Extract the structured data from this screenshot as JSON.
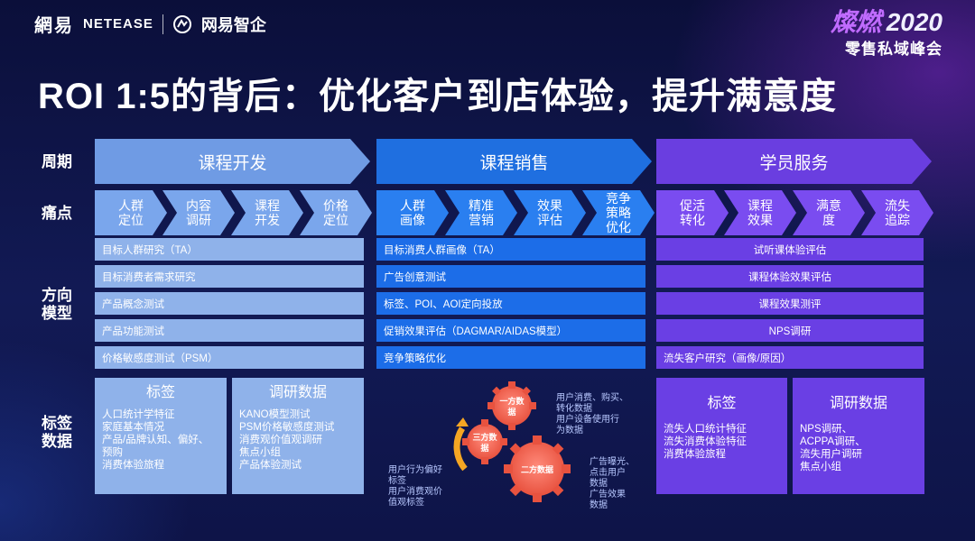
{
  "header": {
    "logo_cn": "網易",
    "logo_en": "NETEASE",
    "logo_sub": "网易智企",
    "brand_art": "燦燃",
    "brand_year": "2020",
    "brand_sub": "零售私域峰会"
  },
  "title": "ROI 1:5的背后：优化客户到店体验，提升满意度",
  "row_labels": {
    "period": "周期",
    "pain": "痛点",
    "direction_1": "方向",
    "direction_2": "模型",
    "tags_1": "标签",
    "tags_2": "数据"
  },
  "phases": [
    "课程开发",
    "课程销售",
    "学员服务"
  ],
  "pains": [
    [
      "人群",
      "定位"
    ],
    [
      "内容",
      "调研"
    ],
    [
      "课程",
      "开发"
    ],
    [
      "价格",
      "定位"
    ],
    [
      "人群",
      "画像"
    ],
    [
      "精准",
      "营销"
    ],
    [
      "效果",
      "评估"
    ],
    [
      "竞争",
      "策略",
      "优化"
    ],
    [
      "促活",
      "转化"
    ],
    [
      "课程",
      "效果"
    ],
    [
      "满意",
      "度"
    ],
    [
      "流失",
      "追踪"
    ]
  ],
  "methods": {
    "col1": [
      "目标人群研究（TA）",
      "目标消费者需求研究",
      "产品概念测试",
      "产品功能测试",
      "价格敏感度测试（PSM）"
    ],
    "col2": [
      "目标消费人群画像（TA）",
      "广告创意测试",
      "标签、POI、AOI定向投放",
      "促销效果评估（DAGMAR/AIDAS模型）",
      "竞争策略优化"
    ],
    "col3": [
      "试听课体验评估",
      "课程体验效果评估",
      "课程效果测评",
      "NPS调研",
      "流失客户研究（画像/原因）"
    ]
  },
  "tags": {
    "c1_tag_title": "标签",
    "c1_tag_items": [
      "人口统计学特征",
      "家庭基本情况",
      "产品/品牌认知、偏好、",
      "预购",
      "消费体验旅程"
    ],
    "c1_data_title": "调研数据",
    "c1_data_items": [
      "KANO模型测试",
      "PSM价格敏感度测试",
      "消费观价值观调研",
      "焦点小组",
      "产品体验测试"
    ],
    "c3_tag_title": "标签",
    "c3_tag_items": [
      "流失人口统计特征",
      "流失消费体验特征",
      "消费体验旅程"
    ],
    "c3_data_title": "调研数据",
    "c3_data_items": [
      "NPS调研、",
      "ACPPA调研、",
      "流失用户调研",
      "焦点小组"
    ]
  },
  "gears": {
    "first": [
      "一方数",
      "据"
    ],
    "second": "二方数据",
    "third": [
      "三方数",
      "据"
    ],
    "note_first": [
      "用户消费、购买、",
      "转化数据",
      "用户设备使用行",
      "为数据"
    ],
    "note_second": [
      "广告曝光、",
      "点击用户",
      "数据",
      "广告效果",
      "数据"
    ],
    "note_third": [
      "用户行为偏好",
      "标签",
      "用户消费观价",
      "值观标签"
    ]
  },
  "colors": {
    "phase1": "#6f9be4",
    "phase2": "#1f6fe0",
    "phase3": "#6a3ee0",
    "gear_red": "#f06a5a",
    "gear_orange": "#f5a623"
  }
}
